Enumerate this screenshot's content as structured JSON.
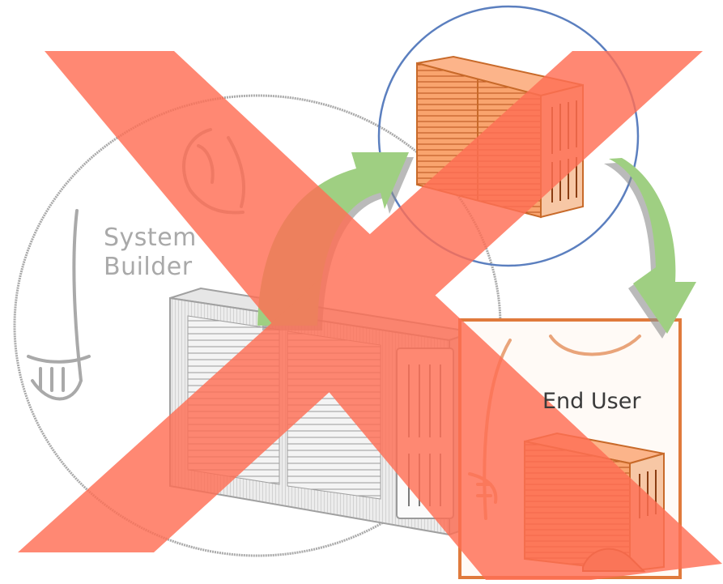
{
  "diagram": {
    "builder_label_line1": "System",
    "builder_label_line2": "Builder",
    "end_user_label": "End User"
  },
  "colors": {
    "cross": "#ff6f55",
    "arrow": "#9fcf82",
    "arrow_shadow": "#8c8c8c",
    "unit_orange": "#f48a4d",
    "unit_gray": "#d8d8d8",
    "circle_stroke": "#5b7fbf",
    "frame_stroke": "#e07a3c",
    "sketch_gray": "#a9a9a9"
  },
  "icons": [
    "builder-person-sketch",
    "computer-case-gray",
    "computer-case-orange",
    "end-user-person-sketch",
    "cross-mark"
  ]
}
